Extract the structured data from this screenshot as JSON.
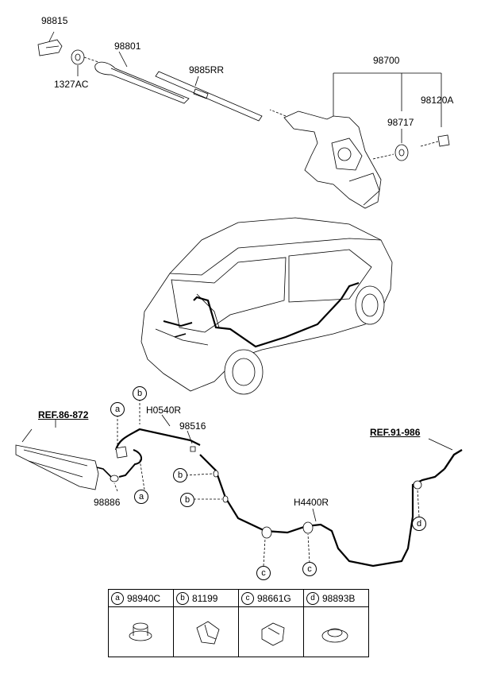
{
  "labels": {
    "p98815": "98815",
    "p1327AC": "1327AC",
    "p98801": "98801",
    "p9885RR": "9885RR",
    "p98700": "98700",
    "p98717": "98717",
    "p98120A": "98120A",
    "ref_left": "REF.86-872",
    "ref_right": "REF.91-986",
    "pH0540R": "H0540R",
    "p98516": "98516",
    "p98886": "98886",
    "pH4400R": "H4400R"
  },
  "callouts": {
    "a": "a",
    "b": "b",
    "c": "c",
    "d": "d"
  },
  "legend": [
    {
      "letter": "a",
      "part": "98940C"
    },
    {
      "letter": "b",
      "part": "81199"
    },
    {
      "letter": "c",
      "part": "98661G"
    },
    {
      "letter": "d",
      "part": "98893B"
    }
  ]
}
